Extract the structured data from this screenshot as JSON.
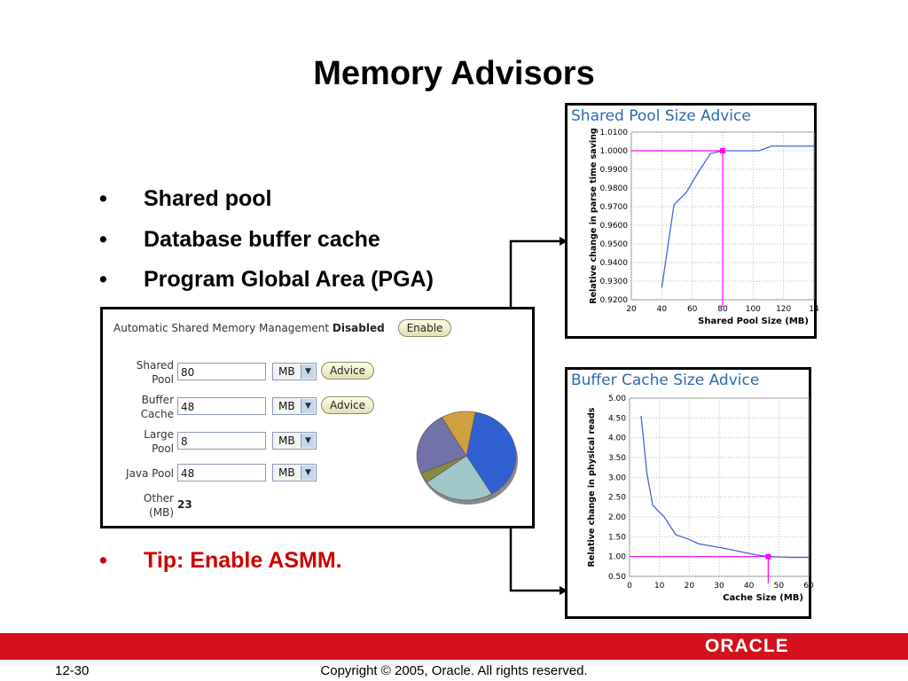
{
  "slide": {
    "title": "Memory Advisors",
    "bullets": [
      "Shared pool",
      "Database buffer cache",
      "Program Global Area (PGA)"
    ],
    "bullet_symbol": "•",
    "tip": "Tip: Enable ASMM.",
    "tip_color": "#cc0000",
    "page_number": "12-30",
    "copyright": "Copyright © 2005, Oracle.  All rights reserved.",
    "logo": "ORACLE",
    "footer_color": "#d4111b"
  },
  "asmm": {
    "header_label": "Automatic Shared Memory Management",
    "status": "Disabled",
    "enable_button": "Enable",
    "rows": [
      {
        "label_line1": "Shared",
        "label_line2": "Pool",
        "value": "80",
        "unit": "MB",
        "advice": "Advice"
      },
      {
        "label_line1": "Buffer",
        "label_line2": "Cache",
        "value": "48",
        "unit": "MB",
        "advice": "Advice"
      },
      {
        "label_line1": "Large",
        "label_line2": "Pool",
        "value": "8",
        "unit": "MB",
        "advice": ""
      },
      {
        "label_line1": "Java Pool",
        "label_line2": "",
        "value": "48",
        "unit": "MB",
        "advice": ""
      }
    ],
    "other_label_line1": "Other",
    "other_label_line2": "(MB)",
    "other_value": "23",
    "select_arrow_icon": "chevron-down-icon"
  },
  "chart_data": [
    {
      "type": "line",
      "title": "Shared Pool Size Advice",
      "xlabel": "Shared Pool Size (MB)",
      "ylabel": "Relative change in parse time saving",
      "xlim": [
        20,
        140
      ],
      "ylim": [
        0.92,
        1.01
      ],
      "x_ticks": [
        "20",
        "40",
        "60",
        "80",
        "100",
        "120",
        "14"
      ],
      "y_ticks": [
        "0.9200",
        "0.9300",
        "0.9400",
        "0.9500",
        "0.9600",
        "0.9700",
        "0.9800",
        "0.9900",
        "1.0000",
        "1.0100"
      ],
      "series": [
        {
          "x": [
            40,
            48,
            56,
            64,
            72,
            80,
            88,
            96,
            104,
            112,
            120,
            128,
            140
          ],
          "y": [
            0.9265,
            0.971,
            0.9775,
            0.9885,
            0.9985,
            1.0,
            1.0,
            1.0,
            1.0,
            1.0025,
            1.0025,
            1.0025,
            1.0025
          ],
          "color": "#4a60e0"
        }
      ],
      "current_x": 80,
      "current_y": 1.0,
      "marker_color": "#ff00ff",
      "grid": true
    },
    {
      "type": "line",
      "title": "Buffer Cache Size Advice",
      "xlabel": "Cache Size (MB)",
      "ylabel": "Relative change in physical reads",
      "xlim": [
        0,
        62
      ],
      "ylim": [
        0.5,
        5.0
      ],
      "x_ticks": [
        "0",
        "10",
        "20",
        "30",
        "40",
        "50",
        "60"
      ],
      "y_ticks": [
        "0.50",
        "1.00",
        "1.50",
        "2.00",
        "2.50",
        "3.00",
        "3.50",
        "4.00",
        "4.50",
        "5.00"
      ],
      "series": [
        {
          "x": [
            4,
            6,
            8,
            10,
            12,
            16,
            20,
            24,
            28,
            32,
            36,
            40,
            44,
            48,
            52,
            56,
            60,
            62
          ],
          "y": [
            4.55,
            3.1,
            2.3,
            2.15,
            2.0,
            1.55,
            1.45,
            1.32,
            1.27,
            1.22,
            1.16,
            1.1,
            1.04,
            1.0,
            0.99,
            0.98,
            0.98,
            0.98
          ],
          "color": "#4a60e0"
        }
      ],
      "current_x": 48,
      "current_y": 1.0,
      "marker_color": "#ff00ff",
      "grid": true
    },
    {
      "type": "pie",
      "slices": [
        {
          "value": 80,
          "color": "#3060d0"
        },
        {
          "value": 48,
          "color": "#a0c8c8"
        },
        {
          "value": 8,
          "color": "#8a8a40"
        },
        {
          "value": 48,
          "color": "#7272a8"
        },
        {
          "value": 23,
          "color": "#d0a040"
        }
      ]
    }
  ]
}
